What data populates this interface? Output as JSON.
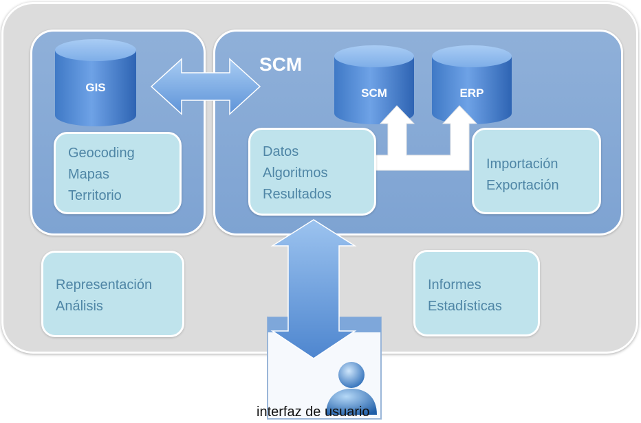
{
  "gis_panel": {
    "database_label": "GIS",
    "box_lines": [
      "Geocoding",
      "Mapas",
      "Territorio"
    ]
  },
  "scm_panel": {
    "title": "SCM",
    "databases": [
      "SCM",
      "ERP"
    ],
    "data_box_lines": [
      "Datos",
      "Algoritmos",
      "Resultados"
    ],
    "io_box_lines": [
      "Importación",
      "Exportación"
    ]
  },
  "bottom_boxes": {
    "representation_lines": [
      "Representación",
      "Análisis"
    ],
    "reports_lines": [
      "Informes",
      "Estadísticas"
    ]
  },
  "user_interface": {
    "caption": "interfaz de usuario"
  }
}
